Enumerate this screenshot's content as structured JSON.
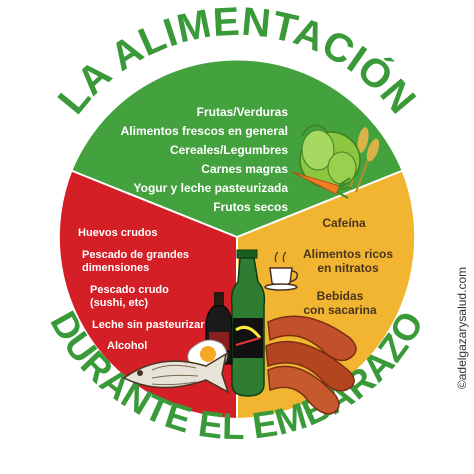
{
  "title_top": "LA ALIMENTACIÓN",
  "title_bottom": "DURANTE EL EMBARAZO",
  "credit": "©adelgazarysalud.com",
  "colors": {
    "green": "#43a23d",
    "red": "#d51f26",
    "yellow": "#f1b531",
    "title": "#3a9a3a"
  },
  "sections": {
    "green": {
      "items": [
        "Frutas/Verduras",
        "Alimentos frescos en general",
        "Cereales/Legumbres",
        "Carnes magras",
        "Yogur y leche pasteurizada",
        "Frutos secos"
      ]
    },
    "red": {
      "items": [
        "Huevos crudos",
        "Pescado de grandes",
        "dimensiones",
        "Pescado crudo",
        "(sushi, etc)",
        "Leche sin pasteurizar",
        "Alcohol"
      ]
    },
    "yellow": {
      "items": [
        "Cafeína",
        "Alimentos ricos",
        "en nitratos",
        "Bebidas",
        "con sacarina"
      ]
    }
  },
  "icons": [
    "lettuce-icon",
    "carrot-icon",
    "wheat-icon",
    "coffee-cup-icon",
    "sausage-icon",
    "soda-bottle-icon",
    "wine-bottle-icon",
    "fish-icon",
    "egg-icon"
  ]
}
